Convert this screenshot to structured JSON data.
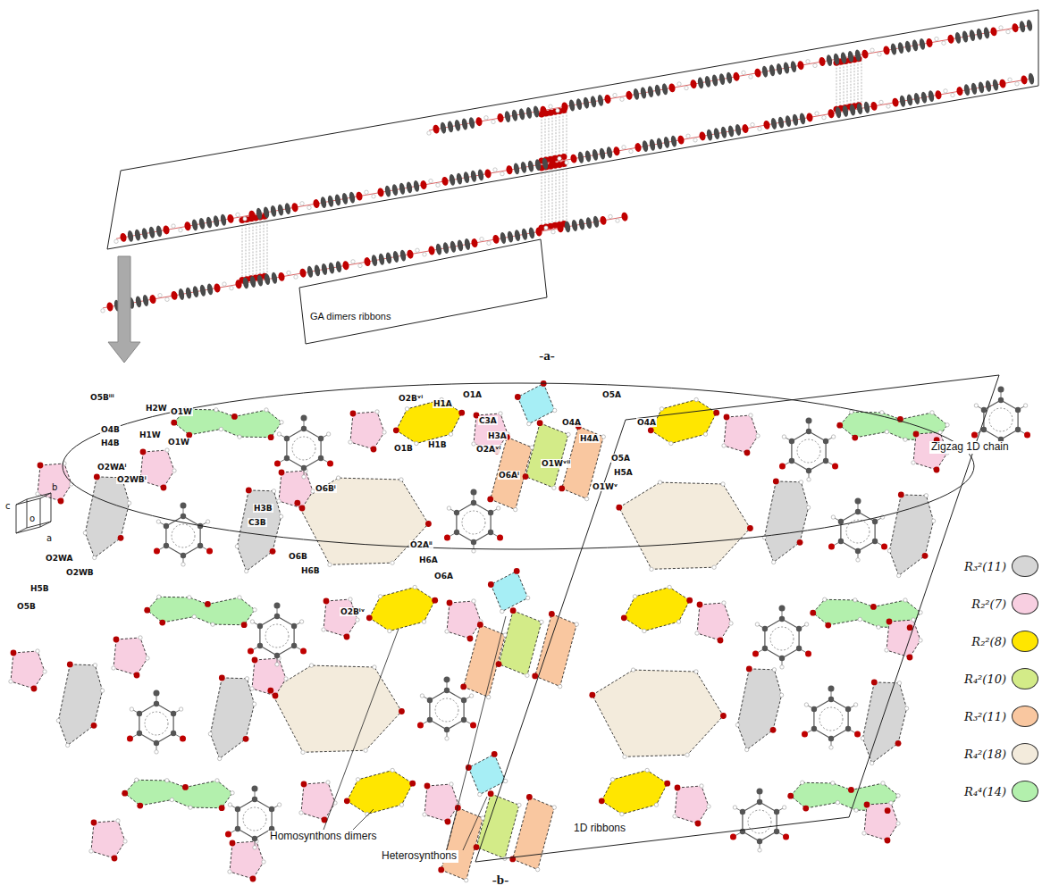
{
  "diagram": {
    "labels": [
      "GA dimers ribbons",
      "-a-",
      "Zigzag 1D chain",
      "O5Bⁱⁱⁱ",
      "H2W",
      "O1W",
      "H1W",
      "O1W",
      "O4B",
      "H4B",
      "O2WAⁱ",
      "O2WBⁱ",
      "O2Bᵛⁱ",
      "H1A",
      "O1A",
      "O1B",
      "H1B",
      "O2Aᵛⁱ",
      "C3A",
      "H3A",
      "O5A",
      "O4A",
      "O4A",
      "H4A",
      "O6Aⁱ",
      "O1Wᵛⁱⁱ",
      "O5A",
      "H5A",
      "O1Wᵛ",
      "O6Bⁱ",
      "H3B",
      "C3B",
      "O2Aⁱⁱ",
      "H6A",
      "O6A",
      "O6B",
      "H6B",
      "O2Bⁱᵛ",
      "O2WA",
      "O2WB",
      "H5B",
      "O5B",
      "Homosynthons dimers",
      "Heterosynthons",
      "1D ribbons",
      "-b-",
      "c",
      "b",
      "o",
      "a"
    ],
    "legend": [
      {
        "text": "R₃²(11)",
        "color": "#d6d6d6"
      },
      {
        "text": "R₂²(7)",
        "color": "#f8cfe1"
      },
      {
        "text": "R₂²(8)",
        "color": "#ffe600"
      },
      {
        "text": "R₄²(10)",
        "color": "#d3eb88"
      },
      {
        "text": "R₃²(11)",
        "color": "#f9c7a0"
      },
      {
        "text": "R₄²(18)",
        "color": "#f3ebdc"
      },
      {
        "text": "R₄⁴(14)",
        "color": "#b3f0ad"
      }
    ]
  }
}
